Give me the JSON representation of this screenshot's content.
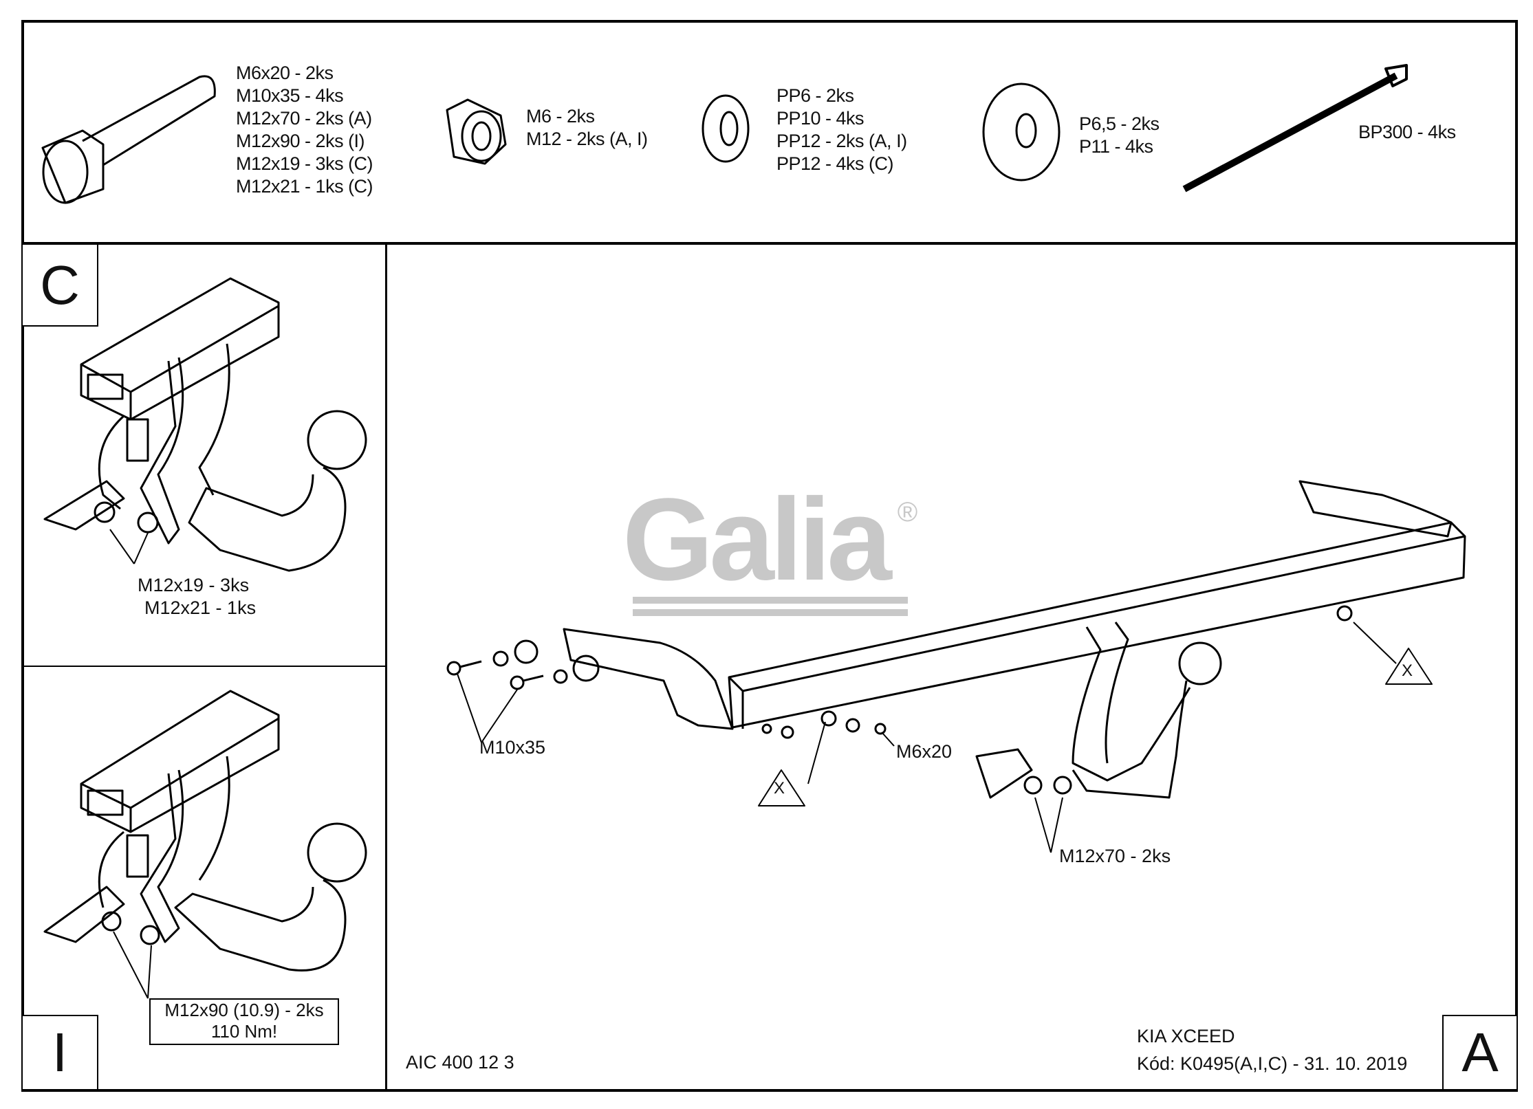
{
  "parts": {
    "bolts": [
      "M6x20 - 2ks",
      "M10x35 - 4ks",
      "M12x70 - 2ks (A)",
      "M12x90 - 2ks (I)",
      "M12x19 - 3ks (C)",
      "M12x21 - 1ks (C)"
    ],
    "nuts": [
      "M6 - 2ks",
      "M12 - 2ks (A, I)"
    ],
    "spring_washers": [
      "PP6 - 2ks",
      "PP10 - 4ks",
      "PP12 - 2ks (A, I)",
      "PP12 - 4ks (C)"
    ],
    "flat_washers": [
      "P6,5 - 2ks",
      "P11 - 4ks"
    ],
    "cable_ties": [
      "BP300 - 4ks"
    ]
  },
  "panels": {
    "c": {
      "letter": "C",
      "labels": [
        "M12x19 - 3ks",
        "M12x21 - 1ks"
      ]
    },
    "i": {
      "letter": "I",
      "labels": [
        "M12x90 (10.9) - 2ks",
        "110 Nm!"
      ]
    },
    "a": {
      "letter": "A"
    }
  },
  "main": {
    "logo": "Galia",
    "logo_mark": "®",
    "labels": {
      "m10": "M10x35",
      "m6": "M6x20",
      "m12": "M12x70 - 2ks",
      "x1": "X",
      "x2": "X"
    },
    "code": "AIC 400 12 3",
    "vehicle": "KIA XCEED",
    "kod": "Kód: K0495(A,I,C) - 31. 10. 2019"
  },
  "colors": {
    "logo": "#c8c8c8",
    "line": "#000000"
  }
}
